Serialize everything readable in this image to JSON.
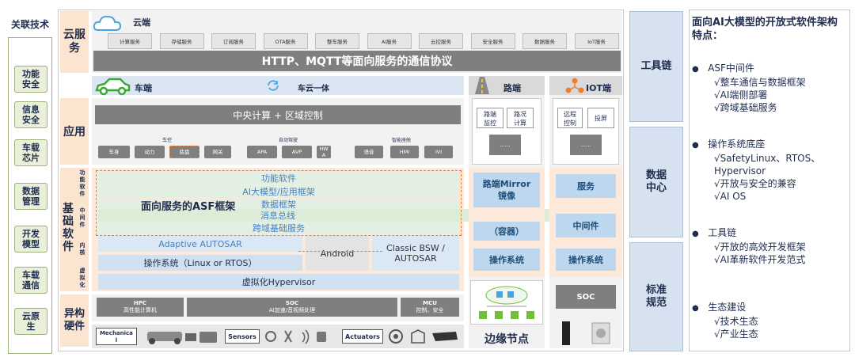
{
  "left_bar": {
    "title": "关联技术",
    "items": [
      "功能\n安全",
      "信息\n安全",
      "车载\n芯片",
      "数据\n管理",
      "开发\n模型",
      "车载\n通信",
      "云原\n生"
    ]
  },
  "cloud": {
    "section_label": "云服\n务",
    "title": "云端",
    "services": [
      "计算服务",
      "存储服务",
      "订阅服务",
      "OTA服务",
      "整车服务",
      "AI服务",
      "云控服务",
      "安全服务",
      "数据服务",
      "IoT服务"
    ],
    "protocol": "HTTP、MQTT等面向服务的通信协议"
  },
  "vehicle": {
    "title": "车端",
    "cloud_vehicle": "车云一体",
    "app_label": "应用",
    "central": "中央计算 + 区域控制",
    "groups": {
      "chassis": "车控",
      "autodrive": "自动驾驶",
      "cockpit": "智能座舱"
    },
    "apps": [
      "车身",
      "动力",
      "底盘",
      "网关",
      "APA",
      "AVP",
      "HW\nA",
      "语音",
      "HMI",
      "IVI"
    ],
    "base_label": "基\n础\n软\n件",
    "sub_labels": [
      "功\n能\n软\n件",
      "中\n间\n件",
      "内\n核",
      "虚\n拟\n化"
    ],
    "func_sw": "功能软件",
    "ai_app": "AI大模型/应用框架",
    "asf": "面向服务的ASF框架",
    "data_fw": "数据框架",
    "msg_bus": "消息总线",
    "cross_domain": "跨域基础服务",
    "adaptive": "Adaptive AUTOSAR",
    "android": "Android",
    "classic": "Classic BSW /\nAUTOSAR",
    "os": "操作系统（Linux or RTOS）",
    "hypervisor": "虚拟化Hypervisor",
    "hw_label": "异构\n硬件",
    "hpc": "HPC",
    "hpc_sub": "高性能计算机",
    "soc": "SOC",
    "soc_sub": "AI加速/音视频处理",
    "mcu": "MCU",
    "mcu_sub": "控制、安全",
    "mechanical": "Mechanica\nl",
    "sensors": "Sensors",
    "actuators": "Actuators"
  },
  "road": {
    "title": "路端",
    "items": [
      "路端\n监控",
      "路况\n计算"
    ],
    "more": "......",
    "mirror": "路端Mirror\n镜像",
    "container": "（容器）",
    "os": "操作系统",
    "edge": "边缘节点"
  },
  "iot": {
    "title": "IOT端",
    "items": [
      "远程\n控制",
      "投屏"
    ],
    "more": "......",
    "service": "服务",
    "middleware": "中间件",
    "os": "操作系统",
    "soc": "SOC"
  },
  "right_bar": {
    "toolchain": "工具链",
    "datacenter": "数据\n中心",
    "standard": "标准\n规范"
  },
  "features": {
    "title": "面向AI大模型的开放式软件架构特点：",
    "b1": "ASF中间件",
    "b1_items": [
      "√整车通信与数据框架",
      "√AI端侧部署",
      "√跨域基础服务"
    ],
    "b2": "操作系统底座",
    "b2_items": [
      "√SafetyLinux、RTOS、Hypervisor",
      "√开放与安全的兼容",
      "√AI OS"
    ],
    "b3": "工具链",
    "b3_items": [
      "√开放的高效开发框架",
      "√AI革新软件开发范式"
    ],
    "b4": "生态建设",
    "b4_items": [
      "√技术生态",
      "√产业生态"
    ]
  },
  "colors": {
    "accent_orange": "#f4a460",
    "cloud_blue": "#4aa3df",
    "green": "#6fbf3a",
    "gray": "#7f7f7f"
  }
}
